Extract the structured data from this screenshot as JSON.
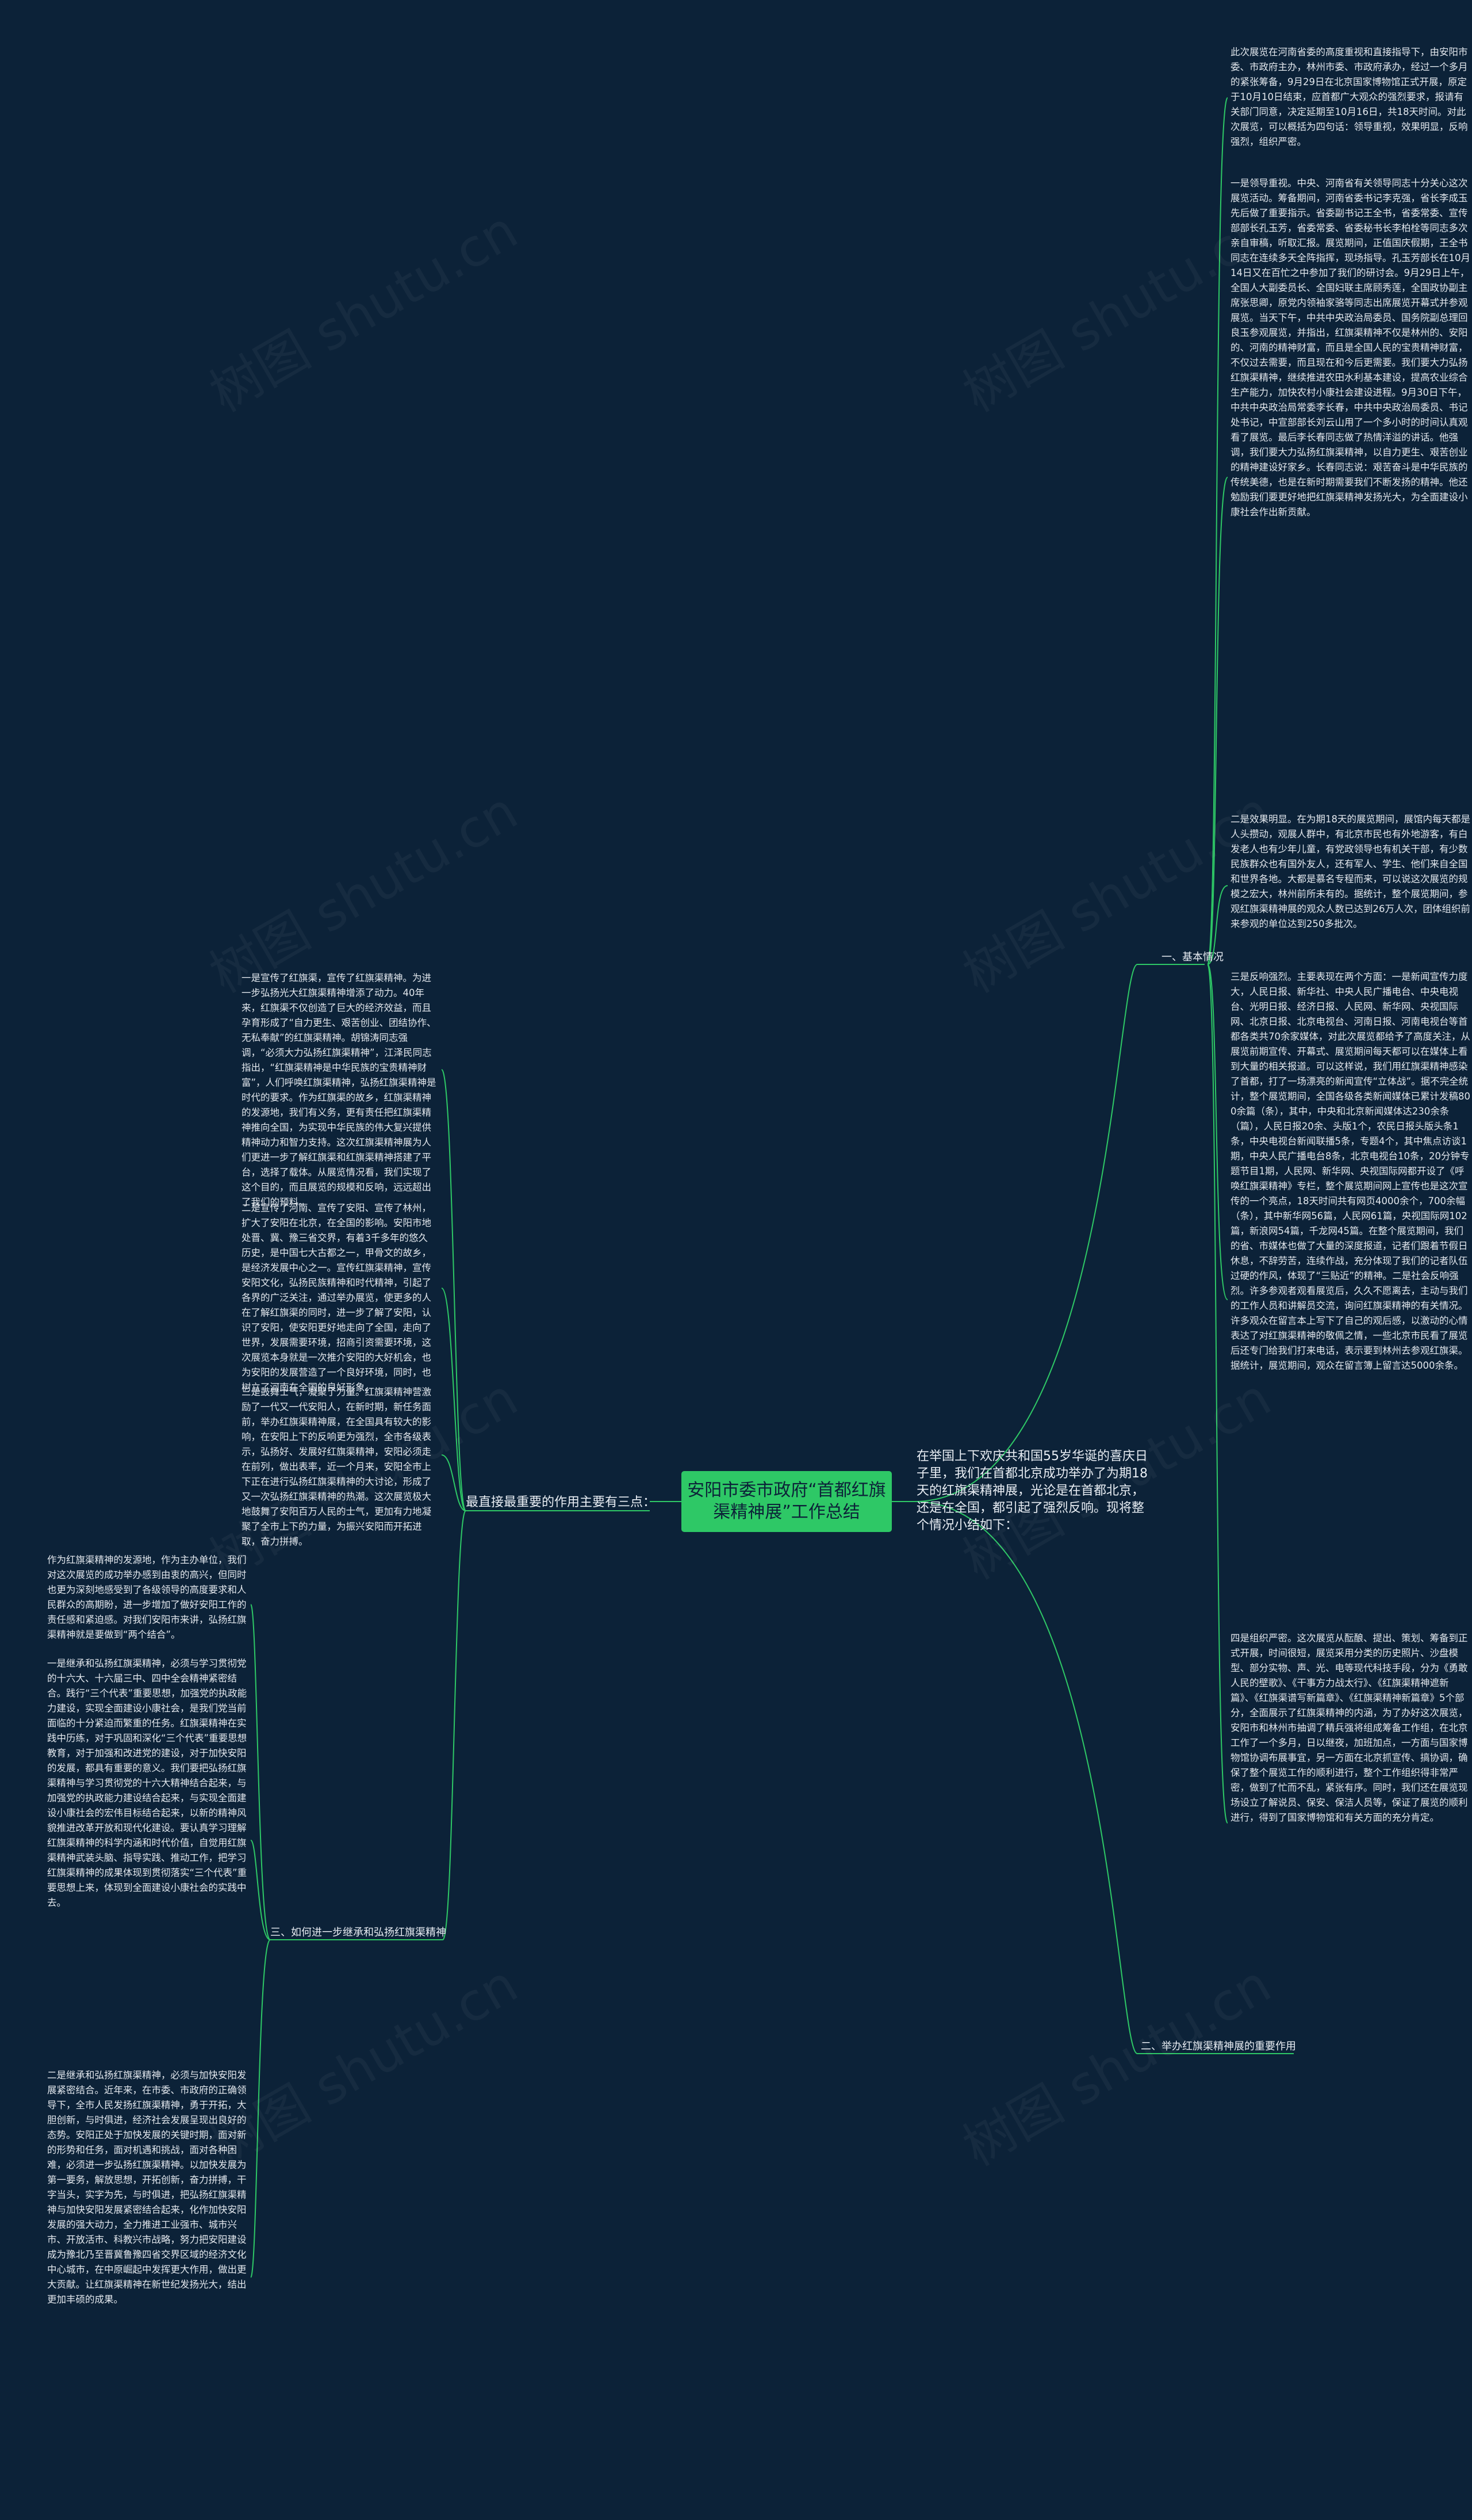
{
  "center": "安阳市委市政府“首都红旗渠精神展”工作总结",
  "intro": "在举国上下欢庆共和国55岁华诞的喜庆日子里，我们在首都北京成功举办了为期18天的红旗渠精神展，光论是在首都北京，还是在全国，都引起了强烈反响。现将整个情况小结如下：",
  "left_label": "最直接最重要的作用主要有三点：",
  "right": {
    "basic_label": "一、基本情况",
    "basic_items": [
      "此次展览在河南省委的高度重视和直接指导下，由安阳市委、市政府主办，林州市委、市政府承办，经过一个多月的紧张筹备，9月29日在北京国家博物馆正式开展，原定于10月10日结束，应首都广大观众的强烈要求，报请有关部门同意，决定延期至10月16日，共18天时间。对此次展览，可以概括为四句话：领导重视，效果明显，反响强烈，组织严密。",
      "一是领导重视。中央、河南省有关领导同志十分关心这次展览活动。筹备期间，河南省委书记李克强，省长李成玉先后做了重要指示。省委副书记王全书，省委常委、宣传部部长孔玉芳，省委常委、省委秘书长李柏栓等同志多次亲自审稿，听取汇报。展览期间，正值国庆假期，王全书同志在连续多天全阵指挥，现场指导。孔玉芳部长在10月14日又在百忙之中参加了我们的研讨会。9月29日上午，全国人大副委员长、全国妇联主席顾秀莲，全国政协副主席张思卿，原党内领袖家骆等同志出席展览开幕式并参观展览。当天下午，中共中央政治局委员、国务院副总理回良玉参观展览，并指出，红旗渠精神不仅是林州的、安阳的、河南的精神财富，而且是全国人民的宝贵精神财富，不仅过去需要，而且现在和今后更需要。我们要大力弘扬红旗渠精神，继续推进农田水利基本建设，提高农业综合生产能力，加快农村小康社会建设进程。9月30日下午，中共中央政治局常委李长春，中共中央政治局委员、书记处书记，中宣部部长刘云山用了一个多小时的时间认真观看了展览。最后李长春同志做了热情洋溢的讲话。他强调，我们要大力弘扬红旗渠精神，以自力更生、艰苦创业的精神建设好家乡。长春同志说：艰苦奋斗是中华民族的传统美德，也是在新时期需要我们不断发扬的精神。他还勉励我们要更好地把红旗渠精神发扬光大，为全面建设小康社会作出新贡献。",
      "二是效果明显。在为期18天的展览期间，展馆内每天都是人头攒动，观展人群中，有北京市民也有外地游客，有白发老人也有少年儿童，有党政领导也有机关干部，有少数民族群众也有国外友人，还有军人、学生、他们来自全国和世界各地。大都是慕名专程而来，可以说这次展览的规模之宏大，林州前所未有的。据统计，整个展览期间，参观红旗渠精神展的观众人数已达到26万人次，团体组织前来参观的单位达到250多批次。",
      "三是反响强烈。主要表现在两个方面：一是新闻宣传力度大，人民日报、新华社、中央人民广播电台、中央电视台、光明日报、经济日报、人民网、新华网、央视国际网、北京日报、北京电视台、河南日报、河南电视台等首都各类共70余家媒体，对此次展览都给予了高度关注，从展览前期宣传、开幕式、展览期间每天都可以在媒体上看到大量的相关报道。可以这样说，我们用红旗渠精神感染了首都，打了一场漂亮的新闻宣传“立体战”。据不完全统计，整个展览期间，全国各级各类新闻媒体已累计发稿800余篇（条），其中，中央和北京新闻媒体达230余条（篇），人民日报20余、头版1个，农民日报头版头条1条，中央电视台新闻联播5条，专题4个，其中焦点访谈1期，中央人民广播电台8条，北京电视台10条，20分钟专题节目1期，人民网、新华网、央视国际网都开设了《呼唤红旗渠精神》专栏，整个展览期间网上宣传也是这次宣传的一个亮点，18天时间共有网页4000余个，700余幅（条），其中新华网56篇，人民网61篇，央视国际网102篇，新浪网54篇，千龙网45篇。在整个展览期间，我们的省、市媒体也做了大量的深度报道，记者们跟着节假日休息，不辞劳苦，连续作战，充分体现了我们的记者队伍过硬的作风，体现了“三贴近”的精神。二是社会反响强烈。许多参观者观看展览后，久久不愿离去，主动与我们的工作人员和讲解员交流，询问红旗渠精神的有关情况。许多观众在留言本上写下了自己的观后感，以激动的心情表达了对红旗渠精神的敬佩之情，一些北京市民看了展览后还专门给我们打来电话，表示要到林州去参观红旗渠。据统计，展览期间，观众在留言簿上留言达5000余条。",
      "四是组织严密。这次展览从酝酿、提出、策划、筹备到正式开展，时间很短，展览采用分类的历史照片、沙盘模型、部分实物、声、光、电等现代科技手段，分为《勇敢人民的壁歌》、《干事方力战太行》、《红旗渠精神遮新篇》、《红旗渠谱写新篇章》、《红旗渠精神新篇章》5个部分，全面展示了红旗渠精神的内涵，为了办好这次展览，安阳市和林州市抽调了精兵强将组成筹备工作组，在北京工作了一个多月，日以继夜，加班加点，一方面与国家博物馆协调布展事宜，另一方面在北京抓宣传、搞协调，确保了整个展览工作的顺利进行，整个工作组织得非常严密，做到了忙而不乱，紧张有序。同时，我们还在展览现场设立了解说员、保安、保洁人员等，保证了展览的顺利进行，得到了国家博物馆和有关方面的充分肯定。"
    ],
    "second_label": "二、举办红旗渠精神展的重要作用"
  },
  "left": {
    "points": [
      "一是宣传了红旗渠，宣传了红旗渠精神。为进一步弘扬光大红旗渠精神增添了动力。40年来，红旗渠不仅创造了巨大的经济效益，而且孕育形成了“自力更生、艰苦创业、团结协作、无私奉献”的红旗渠精神。胡锦涛同志强调，“必须大力弘扬红旗渠精神”，江泽民同志指出，“红旗渠精神是中华民族的宝贵精神财富”，人们呼唤红旗渠精神，弘扬红旗渠精神是时代的要求。作为红旗渠的故乡，红旗渠精神的发源地，我们有义务，更有责任把红旗渠精神推向全国，为实现中华民族的伟大复兴提供精神动力和智力支持。这次红旗渠精神展为人们更进一步了解红旗渠和红旗渠精神搭建了平台，选择了载体。从展览情况看，我们实现了这个目的，而且展览的规模和反响，远远超出了我们的预料。",
      "二是宣传了河南、宣传了安阳、宣传了林州，扩大了安阳在北京，在全国的影响。安阳市地处晋、冀、豫三省交界，有着3千多年的悠久历史，是中国七大古都之一，甲骨文的故乡，是经济发展中心之一。宣传红旗渠精神，宣传安阳文化，弘扬民族精神和时代精神，引起了各界的广泛关注，通过举办展览，使更多的人在了解红旗渠的同时，进一步了解了安阳，认识了安阳，使安阳更好地走向了全国，走向了世界，发展需要环境，招商引资需要环境，这次展览本身就是一次推介安阳的大好机会，也为安阳的发展营造了一个良好环境，同时，也树立了河南在全国的良好形象。",
      "三是鼓舞士气，凝聚了力量。红旗渠精神营激励了一代又一代安阳人，在新时期，新任务面前，举办红旗渠精神展，在全国具有较大的影响，在安阳上下的反响更为强烈，全市各级表示，弘扬好、发展好红旗渠精神，安阳必须走在前列，做出表率，近一个月来，安阳全市上下正在进行弘扬红旗渠精神的大讨论，形成了又一次弘扬红旗渠精神的热潮。这次展览极大地鼓舞了安阳百万人民的士气，更加有力地凝聚了全市上下的力量，为振兴安阳而开拓进取，奋力拼搏。"
    ],
    "third_label": "三、如何进一步继承和弘扬红旗渠精神",
    "third_items": [
      "作为红旗渠精神的发源地，作为主办单位，我们对这次展览的成功举办感到由衷的高兴，但同时也更为深刻地感受到了各级领导的高度要求和人民群众的高期盼，进一步增加了做好安阳工作的责任感和紧迫感。对我们安阳市来讲，弘扬红旗渠精神就是要做到“两个结合”。",
      "一是继承和弘扬红旗渠精神，必须与学习贯彻党的十六大、十六届三中、四中全会精神紧密结合。践行“三个代表”重要思想，加强党的执政能力建设，实现全面建设小康社会，是我们党当前面临的十分紧迫而繁重的任务。红旗渠精神在实践中历练，对于巩固和深化“三个代表”重要思想教育，对于加强和改进党的建设，对于加快安阳的发展，都具有重要的意义。我们要把弘扬红旗渠精神与学习贯彻党的十六大精神结合起来，与加强党的执政能力建设结合起来，与实现全面建设小康社会的宏伟目标结合起来，以新的精神风貌推进改革开放和现代化建设。要认真学习理解红旗渠精神的科学内涵和时代价值，自觉用红旗渠精神武装头脑、指导实践、推动工作，把学习红旗渠精神的成果体现到贯彻落实“三个代表”重要思想上来，体现到全面建设小康社会的实践中去。",
      "二是继承和弘扬红旗渠精神，必须与加快安阳发展紧密结合。近年来，在市委、市政府的正确领导下，全市人民发扬红旗渠精神，勇于开拓，大胆创新，与时俱进，经济社会发展呈现出良好的态势。安阳正处于加快发展的关键时期，面对新的形势和任务，面对机遇和挑战，面对各种困难，必须进一步弘扬红旗渠精神。以加快发展为第一要务，解放思想，开拓创新，奋力拼搏，干字当头，实字为先，与时俱进，把弘扬红旗渠精神与加快安阳发展紧密结合起来，化作加快安阳发展的强大动力，全力推进工业强市、城市兴市、开放活市、科教兴市战略，努力把安阳建设成为豫北乃至晋冀鲁豫四省交界区域的经济文化中心城市，在中原崛起中发挥更大作用，做出更大贡献。让红旗渠精神在新世纪发扬光大，结出更加丰硕的成果。"
    ]
  }
}
